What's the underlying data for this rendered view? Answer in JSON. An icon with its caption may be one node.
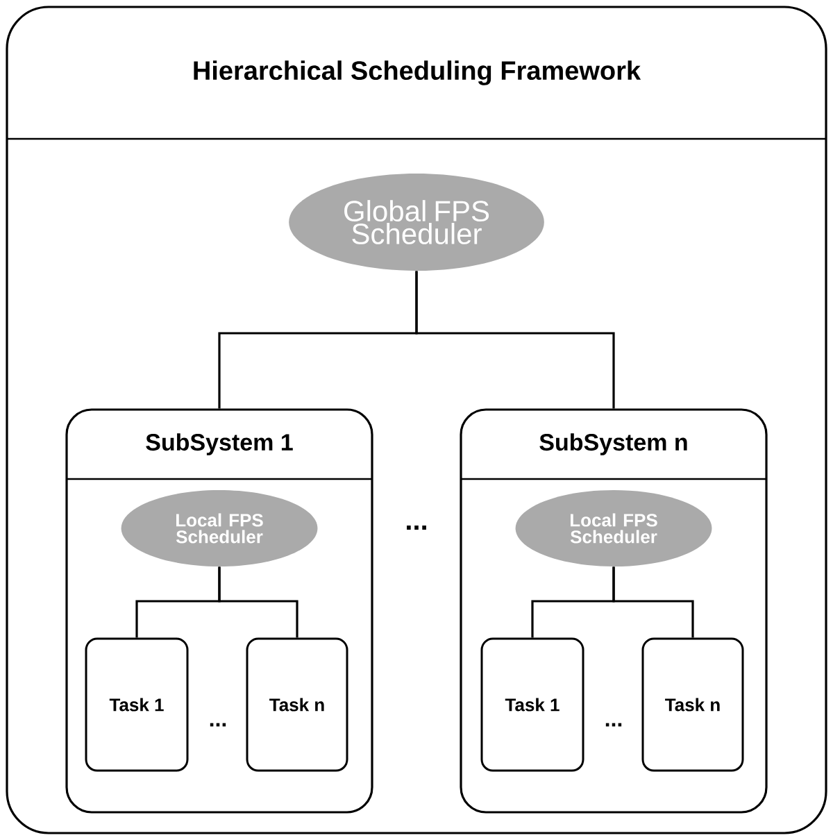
{
  "diagram": {
    "nodes": [
      {
        "text": [
          "Hierarchical Scheduling Framework"
        ]
      },
      {
        "text": [
          "Global FPS Scheduler"
        ],
        "in": 0
      },
      {
        "text": [
          "SubSystem 1"
        ],
        "in": 0
      },
      {
        "text": [
          "Local FPS Scheduler"
        ],
        "in": 2
      },
      {
        "text": [
          "Task 1"
        ],
        "in": 2
      },
      {
        "text": [
          "Task n"
        ],
        "in": 2
      },
      {
        "text": [
          "SubSystem n"
        ],
        "in": 0
      },
      {
        "text": [
          "Local FPS Scheduler"
        ],
        "in": 6
      },
      {
        "text": [
          "Task 1"
        ],
        "in": 6
      },
      {
        "text": [
          "Task n"
        ],
        "in": 6
      }
    ],
    "edges": [
      {
        "from": 1,
        "to": 2,
        "arrow": "none"
      },
      {
        "from": 1,
        "to": 6,
        "arrow": "none"
      },
      {
        "from": 3,
        "to": 4,
        "arrow": "none"
      },
      {
        "from": 3,
        "to": 5,
        "arrow": "none"
      },
      {
        "from": 7,
        "to": 8,
        "arrow": "none"
      },
      {
        "from": 7,
        "to": 9,
        "arrow": "none"
      }
    ],
    "labels": [
      "...",
      "...",
      "..."
    ]
  }
}
